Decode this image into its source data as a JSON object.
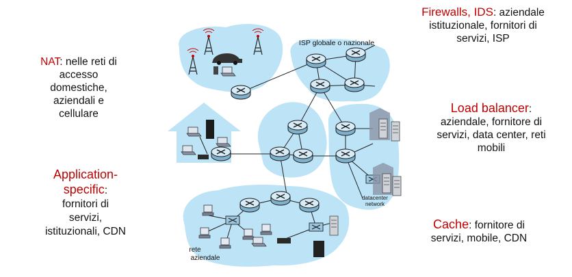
{
  "left_notes": {
    "nat_title": "NAT",
    "nat_body_1": ": nelle reti di",
    "nat_body_2": "accesso",
    "nat_body_3": "domestiche,",
    "nat_body_4": "aziendali e",
    "nat_body_5": "cellulare",
    "app_title_1": "Application-",
    "app_title_2": "specific",
    "app_colon": ":",
    "app_body_1": "fornitori di",
    "app_body_2": "servizi,",
    "app_body_3": "istituzionali, CDN"
  },
  "right_notes": {
    "fw_title": "Firewalls, IDS",
    "fw_body_1": ": aziendale",
    "fw_body_2": "istituzionale, fornitori di",
    "fw_body_3": "servizi, ISP",
    "lb_title": "Load balancer",
    "lb_colon": ":",
    "lb_body_1": "aziendale, fornitore di",
    "lb_body_2": "servizi, data center, reti",
    "lb_body_3": "mobili",
    "cache_title": "Cache",
    "cache_body_1": ": fornitore di",
    "cache_body_2": "servizi, mobile, CDN"
  },
  "diagram": {
    "isp_label": "ISP globale o nazionale",
    "datacenter_label_1": "datacenter",
    "datacenter_label_2": "network",
    "enterprise_label_1": "rete",
    "enterprise_label_2": "aziendale"
  },
  "colors": {
    "cloud": "#bde3f6",
    "router": "#cfe8f5",
    "red_text": "#c00000"
  }
}
